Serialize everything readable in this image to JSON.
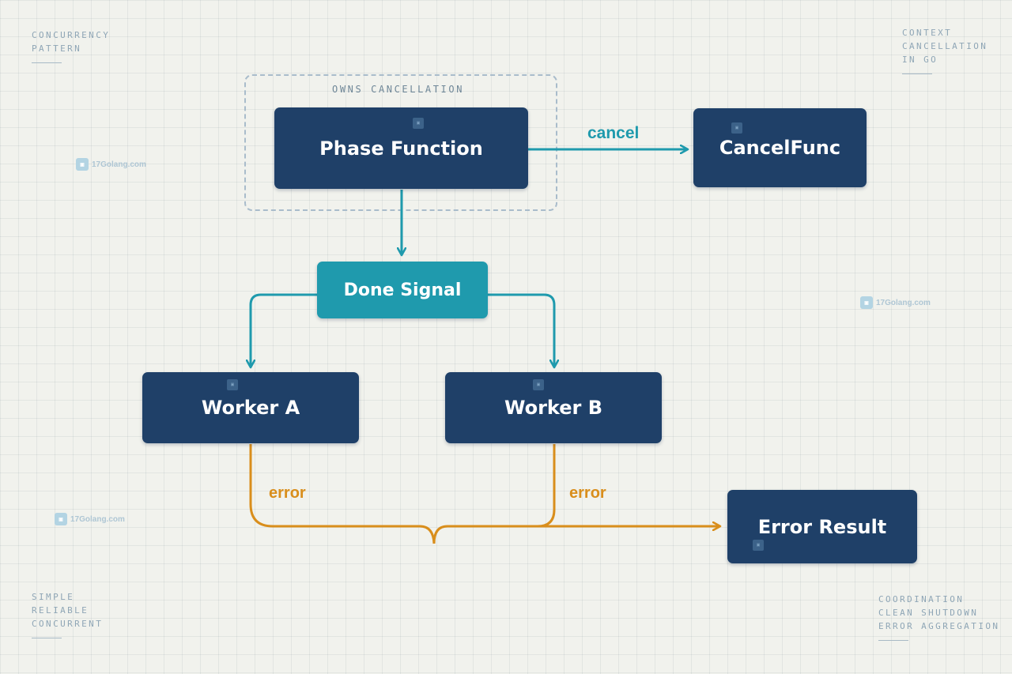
{
  "corners": {
    "top_left": [
      "CONCURRENCY",
      "PATTERN"
    ],
    "top_right": [
      "CONTEXT",
      "CANCELLATION",
      "IN GO"
    ],
    "bottom_left": [
      "SIMPLE",
      "RELIABLE",
      "CONCURRENT"
    ],
    "bottom_right": [
      "COORDINATION",
      "CLEAN SHUTDOWN",
      "ERROR AGGREGATION"
    ]
  },
  "group_label": "OWNS CANCELLATION",
  "nodes": {
    "phase_function": "Phase Function",
    "cancel_func": "CancelFunc",
    "done_signal": "Done Signal",
    "worker_a": "Worker A",
    "worker_b": "Worker B",
    "error_result": "Error Result"
  },
  "edges": {
    "cancel": "cancel",
    "error_a": "error",
    "error_b": "error"
  },
  "watermark": "17Golang.com",
  "colors": {
    "navy_node": "#1f4068",
    "teal_node": "#1f9aad",
    "teal_arrow": "#1f9aad",
    "error_arrow": "#d98e1c"
  }
}
